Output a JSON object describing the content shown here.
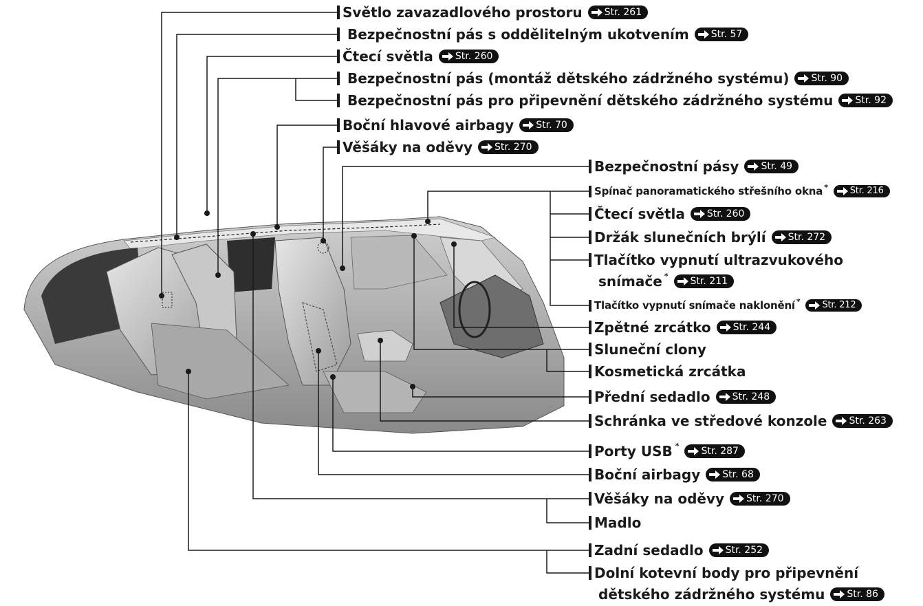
{
  "ref_prefix": "Str.",
  "labels": [
    {
      "text": "Světlo zavazadlového prostoru",
      "page": "261"
    },
    {
      "text": "Bezpečnostní pás s oddělitelným ukotvením",
      "page": "57"
    },
    {
      "text": "Čtecí světla",
      "page": "260"
    },
    {
      "text": "Bezpečnostní pás (montáž dětského zádržného systému)",
      "page": "90"
    },
    {
      "text": "Bezpečnostní pás pro připevnění dětského zádržného systému",
      "page": "92"
    },
    {
      "text": "Boční hlavové airbagy",
      "page": "70"
    },
    {
      "text": "Věšáky na oděvy",
      "page": "270"
    },
    {
      "text": "Bezpečnostní pásy",
      "page": "49"
    },
    {
      "text": "Spínač panoramatického střešního okna",
      "page": "216",
      "star": "*"
    },
    {
      "text": "Čtecí světla",
      "page": "260"
    },
    {
      "text": "Držák slunečních brýlí",
      "page": "272"
    },
    {
      "text": "Tlačítko vypnutí ultrazvukového",
      "page": ""
    },
    {
      "text": "snímače",
      "page": "211",
      "star": "*"
    },
    {
      "text": "Tlačítko vypnutí snímače naklonění",
      "page": "212",
      "star": "*"
    },
    {
      "text": "Zpětné zrcátko",
      "page": "244"
    },
    {
      "text": "Sluneční clony",
      "page": ""
    },
    {
      "text": "Kosmetická zrcátka",
      "page": ""
    },
    {
      "text": "Přední sedadlo",
      "page": "248"
    },
    {
      "text": "Schránka ve středové konzole",
      "page": "263"
    },
    {
      "text": "Porty USB",
      "page": "287",
      "star": "*"
    },
    {
      "text": "Boční airbagy",
      "page": "68"
    },
    {
      "text": "Věšáky na oděvy",
      "page": "270"
    },
    {
      "text": "Madlo",
      "page": ""
    },
    {
      "text": "Zadní sedadlo",
      "page": "252"
    },
    {
      "text": "Dolní kotevní body pro připevnění",
      "page": ""
    },
    {
      "text": "dětského zádržného systému",
      "page": "86"
    }
  ]
}
